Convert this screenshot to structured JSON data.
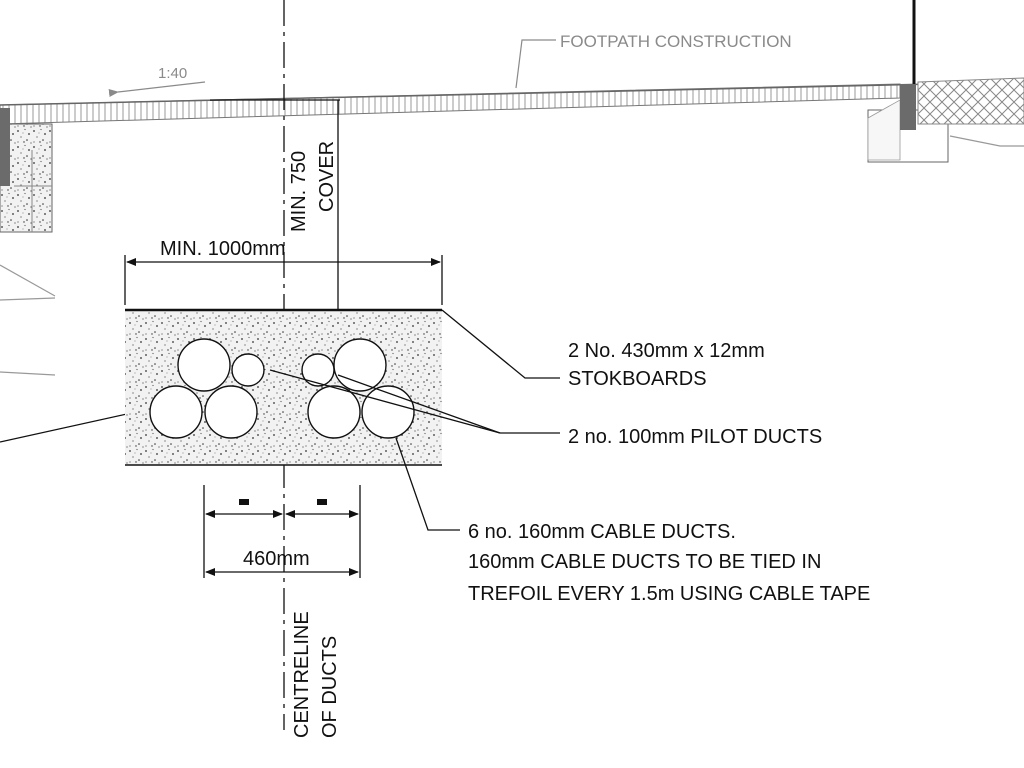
{
  "drawing": {
    "footpath_label": "FOOTPATH CONSTRUCTION",
    "slope_label": "1:40",
    "cover_label_line1": "MIN. 750",
    "cover_label_line2": "COVER",
    "width_label": "MIN. 1000mm",
    "stokboards_line1": "2 No. 430mm x 12mm",
    "stokboards_line2": "STOKBOARDS",
    "pilot_ducts_label": "2 no. 100mm PILOT DUCTS",
    "cable_ducts_line1": "6 no. 160mm CABLE DUCTS.",
    "cable_ducts_line2": "160mm CABLE DUCTS TO BE TIED IN",
    "cable_ducts_line3": "TREFOIL EVERY 1.5m USING CABLE TAPE",
    "spacing_label": "460mm",
    "centreline_line1": "CENTRELINE",
    "centreline_line2": "OF DUCTS"
  },
  "colors": {
    "ink": "#111111",
    "grey_ink": "#8a8a8a",
    "concrete_fill": "#eeeeee",
    "kerb_grey": "#6b6b6b"
  }
}
